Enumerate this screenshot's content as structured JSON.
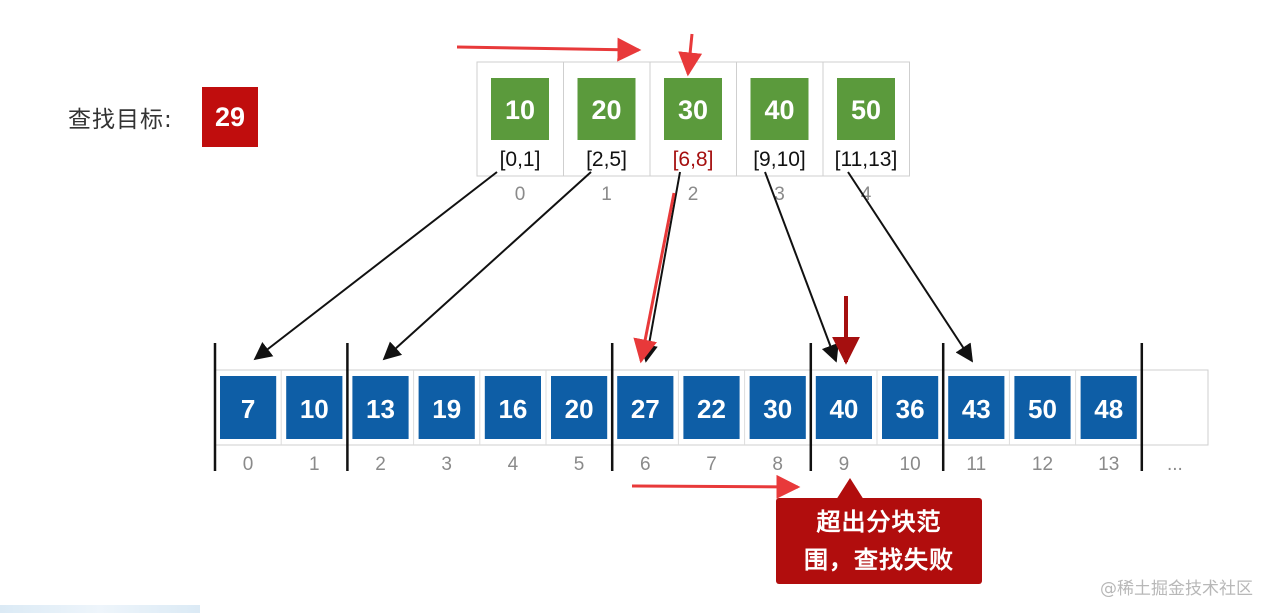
{
  "target": {
    "label": "查找目标:",
    "value": "29"
  },
  "index_blocks": [
    {
      "max": "10",
      "range": "[0,1]",
      "index": "0"
    },
    {
      "max": "20",
      "range": "[2,5]",
      "index": "1"
    },
    {
      "max": "30",
      "range": "[6,8]",
      "index": "2",
      "highlight": true
    },
    {
      "max": "40",
      "range": "[9,10]",
      "index": "3"
    },
    {
      "max": "50",
      "range": "[11,13]",
      "index": "4"
    }
  ],
  "array": {
    "values": [
      "7",
      "10",
      "13",
      "19",
      "16",
      "20",
      "27",
      "22",
      "30",
      "40",
      "36",
      "43",
      "50",
      "48"
    ],
    "indices": [
      "0",
      "1",
      "2",
      "3",
      "4",
      "5",
      "6",
      "7",
      "8",
      "9",
      "10",
      "11",
      "12",
      "13"
    ],
    "ellipsis": "..."
  },
  "callout": {
    "line1": "超出分块范",
    "line2": "围，查找失败"
  },
  "watermark": "@稀土掘金技术社区",
  "colors": {
    "index_cell": "#5b9a3c",
    "array_cell": "#0e5ea6",
    "accent_red": "#c00d0d",
    "arrow_red": "#e8393a",
    "range_red": "#a50f0f"
  }
}
